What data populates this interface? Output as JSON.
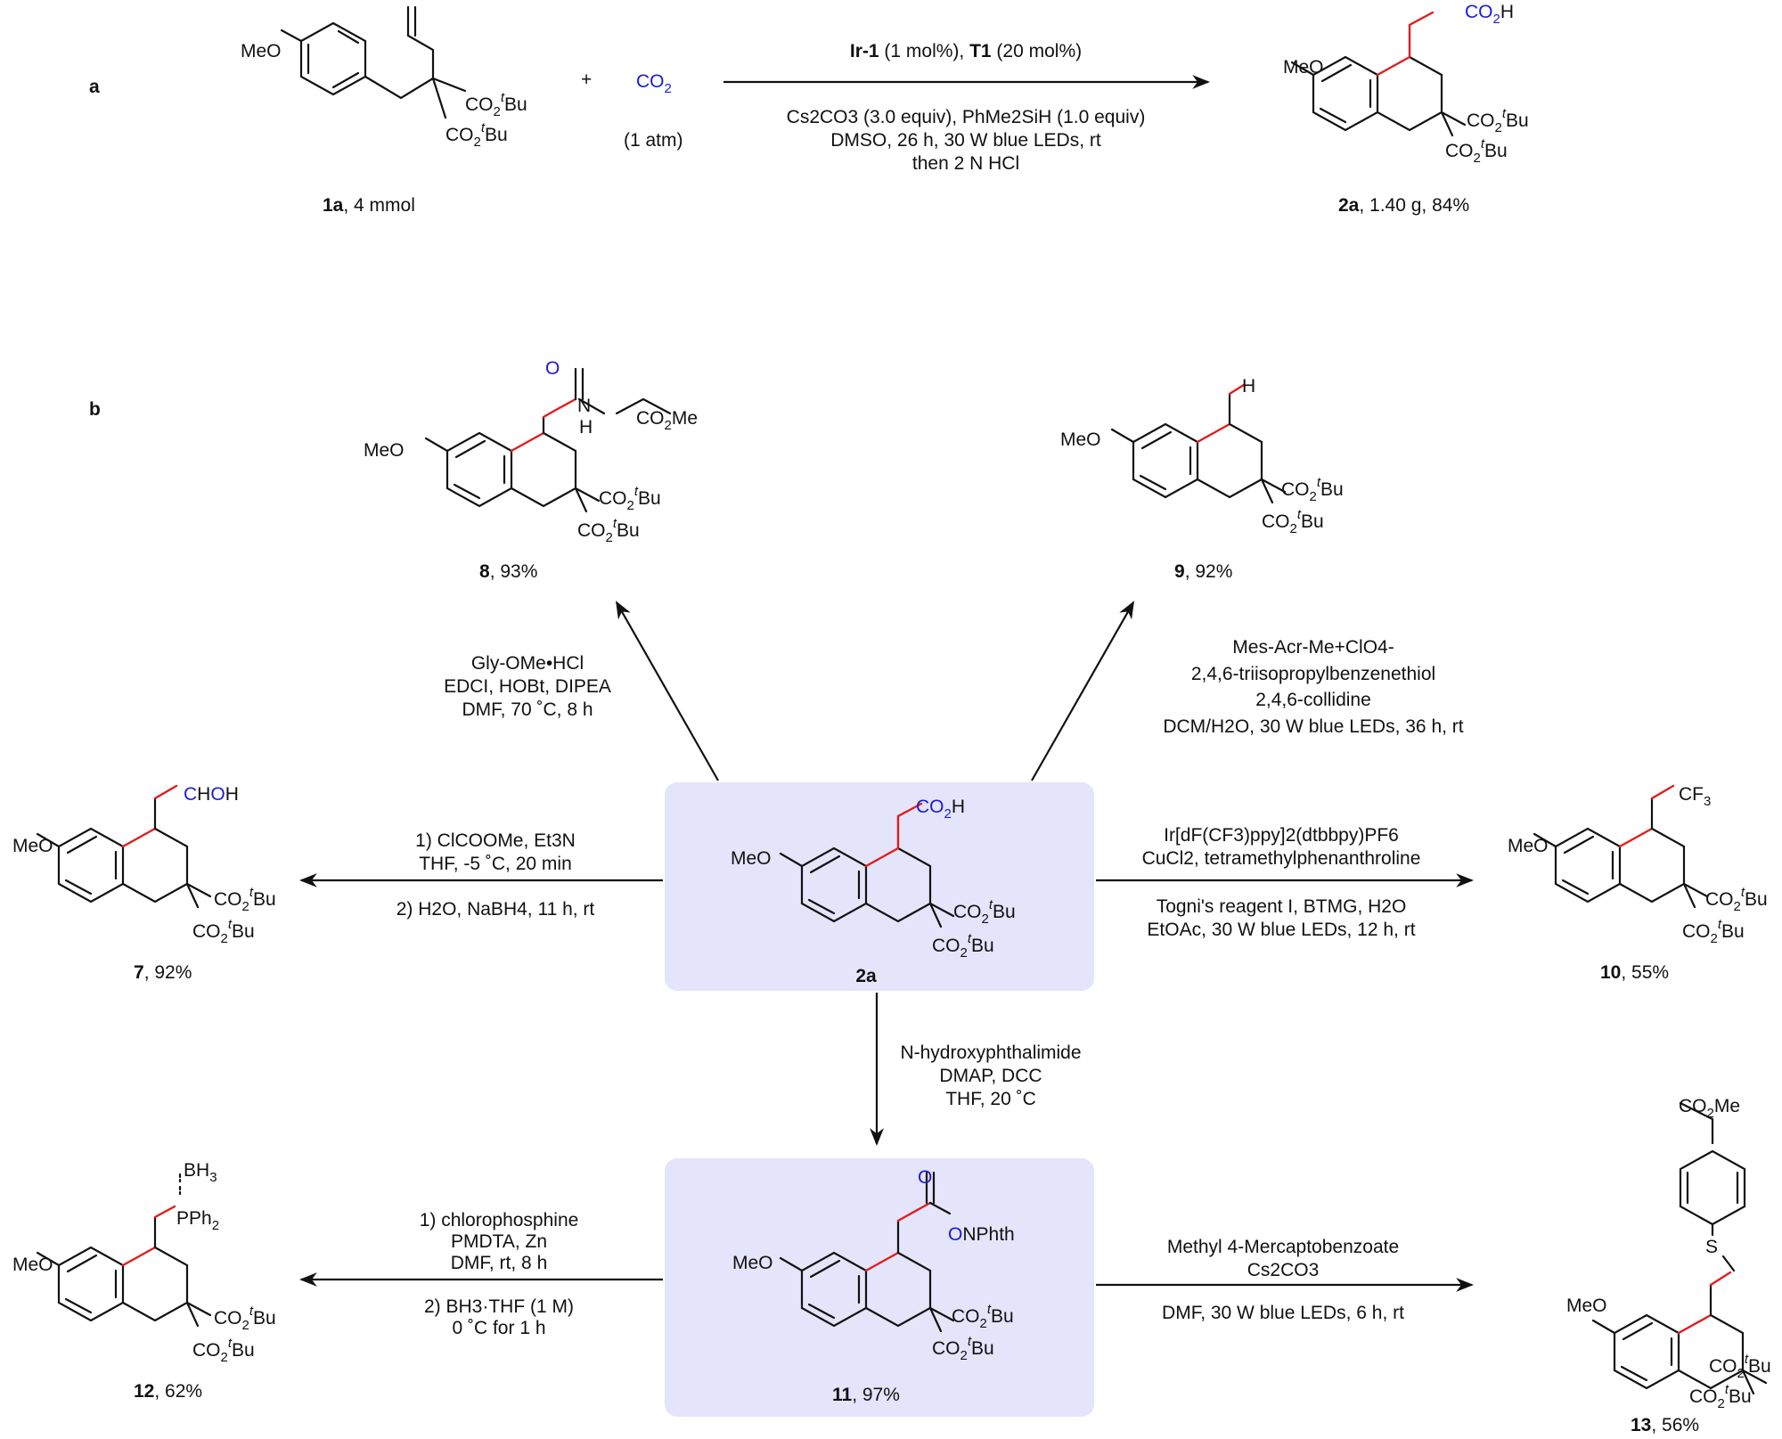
{
  "panel_a": {
    "label": "a",
    "reactant_1a": {
      "substituent": "MeO",
      "ester_upper": "CO",
      "ester_upper_sub": "2",
      "ester_upper_sup": "t",
      "ester_upper_tail": "Bu",
      "ester_lower": "CO",
      "ester_lower_sub": "2",
      "ester_lower_sup": "t",
      "ester_lower_tail": "Bu",
      "caption_bold": "1a",
      "caption_rest": ", 4 mmol"
    },
    "plus": "+",
    "co2": {
      "label": "CO",
      "sub": "2",
      "pressure": "(1 atm)"
    },
    "conditions": {
      "line1_ir": "Ir-1",
      "line1_ir_rest": " (1 mol%), ",
      "line1_t1": "T1",
      "line1_t1_rest": " (20 mol%)",
      "line2": "Cs2CO3 (3.0 equiv), PhMe2SiH (1.0 equiv)",
      "line3": "DMSO, 26 h, 30 W blue LEDs, rt",
      "line4": "then 2 N HCl"
    },
    "product_2a": {
      "substituent": "MeO",
      "acid": "CO",
      "acid_sub": "2",
      "acid_tail": "H",
      "caption_bold": "2a",
      "caption_rest": ", 1.40 g, 84%"
    }
  },
  "panel_b": {
    "label": "b",
    "center": {
      "caption_bold": "2a"
    },
    "nphth_box": {
      "caption_bold": "11",
      "caption_rest": ", 97%",
      "carbonyl_o": "O",
      "ester_o": "O",
      "tail": "NPhth"
    },
    "p8": {
      "caption_bold": "8",
      "caption_rest": ", 93%",
      "carbonyl_o": "O",
      "nh_n": "N",
      "nh_h": "H",
      "ester": "CO",
      "ester_sub": "2",
      "ester_tail": "Me",
      "conditions": [
        "Gly-OMe•HCl",
        "EDCI, HOBt, DIPEA",
        "DMF, 70 ˚C, 8 h"
      ]
    },
    "p9": {
      "caption_bold": "9",
      "caption_rest": ", 92%",
      "terminal_h": "H",
      "conditions": [
        "Mes-Acr-Me+ClO4-",
        "2,4,6-triisopropylbenzenethiol",
        "2,4,6-collidine",
        "DCM/H2O, 30 W blue LEDs, 36 h, rt"
      ]
    },
    "p7": {
      "caption_bold": "7",
      "caption_rest": ", 92%",
      "group_c": "C",
      "group_h2": "H",
      "group_o": "O",
      "group_h": "H",
      "conditions_top": [
        "1) ClCOOMe, Et3N",
        "THF, -5 ˚C, 20 min"
      ],
      "conditions_bottom": [
        "2) H2O, NaBH4, 11 h, rt"
      ]
    },
    "p10": {
      "caption_bold": "10",
      "caption_rest": ", 55%",
      "group": "CF",
      "group_sub": "3",
      "conditions_top": [
        "Ir[dF(CF3)ppy]2(dtbbpy)PF6",
        "CuCl2, tetramethylphenanthroline"
      ],
      "conditions_bottom": [
        "Togni's reagent I, BTMG, H2O",
        "EtOAc, 30 W blue LEDs, 12 h, rt"
      ]
    },
    "to11": {
      "conditions": [
        "N-hydroxyphthalimide",
        "DMAP, DCC",
        "THF, 20 ˚C"
      ]
    },
    "p12": {
      "caption_bold": "12",
      "caption_rest": ", 62%",
      "bh3": "BH",
      "bh3_sub": "3",
      "pph2": "PPh",
      "pph2_sub": "2",
      "conditions_top": [
        "1) chlorophosphine",
        "PMDTA, Zn",
        "DMF, rt, 8 h"
      ],
      "conditions_bottom": [
        "2) BH3·THF (1 M)",
        "0 ˚C for 1 h"
      ]
    },
    "p13": {
      "caption_bold": "13",
      "caption_rest": ", 56%",
      "s": "S",
      "ester": "CO",
      "ester_sub": "2",
      "ester_tail": "Me",
      "conditions_top": [
        "Methyl 4-Mercaptobenzoate",
        "Cs2CO3"
      ],
      "conditions_bottom": [
        "DMF, 30 W blue LEDs, 6 h, rt"
      ]
    },
    "ring_substituent": "MeO",
    "ester_label": "CO",
    "ester_sub": "2",
    "ester_sup": "t",
    "ester_tail": "Bu"
  },
  "colors": {
    "new_bond": "#e21c1c",
    "co2_atom": "#1b1bd6",
    "highlight_box": "#e4e4fb"
  }
}
